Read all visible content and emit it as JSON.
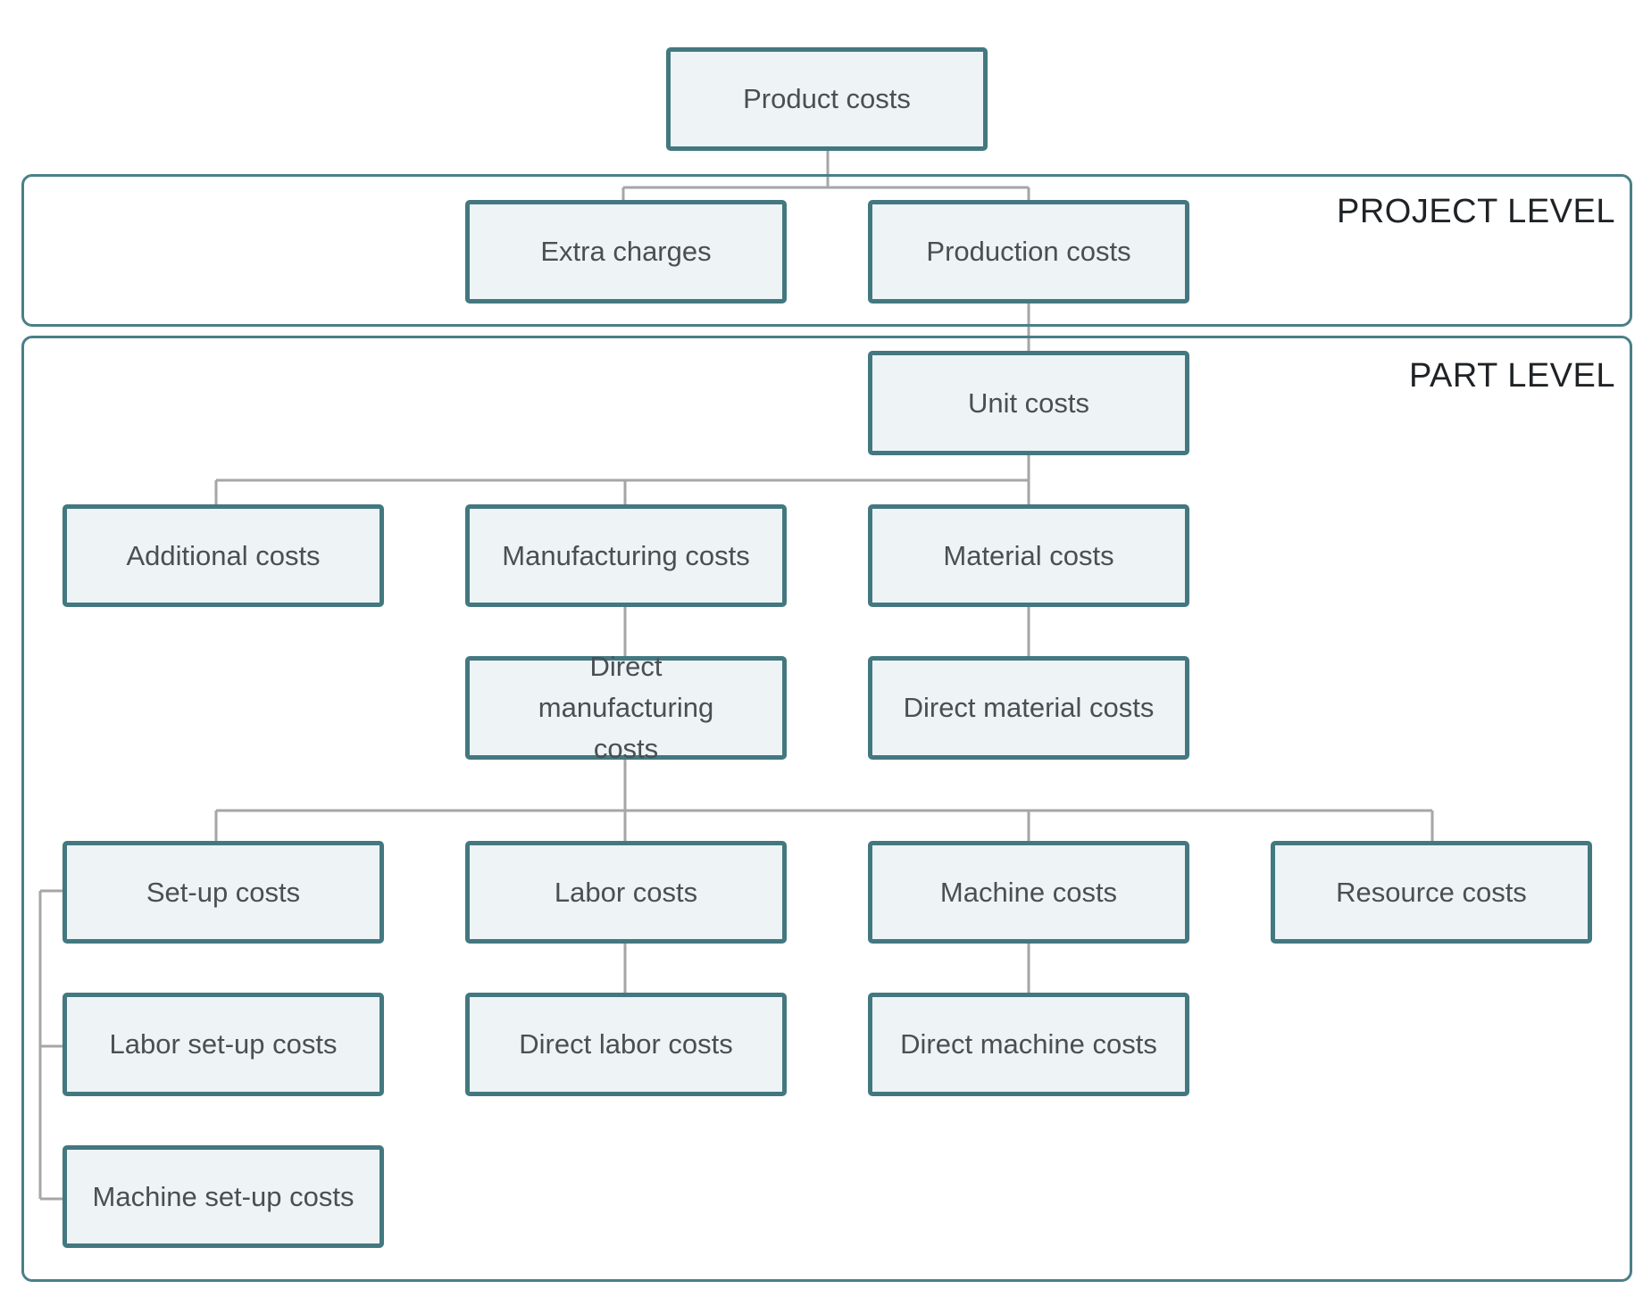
{
  "regions": {
    "project_level": "PROJECT LEVEL",
    "part_level": "PART LEVEL"
  },
  "nodes": {
    "product_costs": "Product costs",
    "extra_charges": "Extra charges",
    "production_costs": "Production costs",
    "unit_costs": "Unit costs",
    "additional_costs": "Additional costs",
    "manufacturing_costs": "Manufacturing costs",
    "material_costs": "Material costs",
    "direct_manufacturing_costs": "Direct manufacturing costs",
    "direct_material_costs": "Direct material costs",
    "setup_costs": "Set-up costs",
    "labor_costs": "Labor costs",
    "machine_costs": "Machine costs",
    "resource_costs": "Resource costs",
    "labor_setup_costs": "Labor set-up costs",
    "direct_labor_costs": "Direct labor costs",
    "direct_machine_costs": "Direct machine costs",
    "machine_setup_costs": "Machine set-up costs"
  },
  "colors": {
    "node_border": "#437880",
    "node_fill": "#eef3f6",
    "region_border": "#4a7f88",
    "connector": "#a6a6a6"
  }
}
